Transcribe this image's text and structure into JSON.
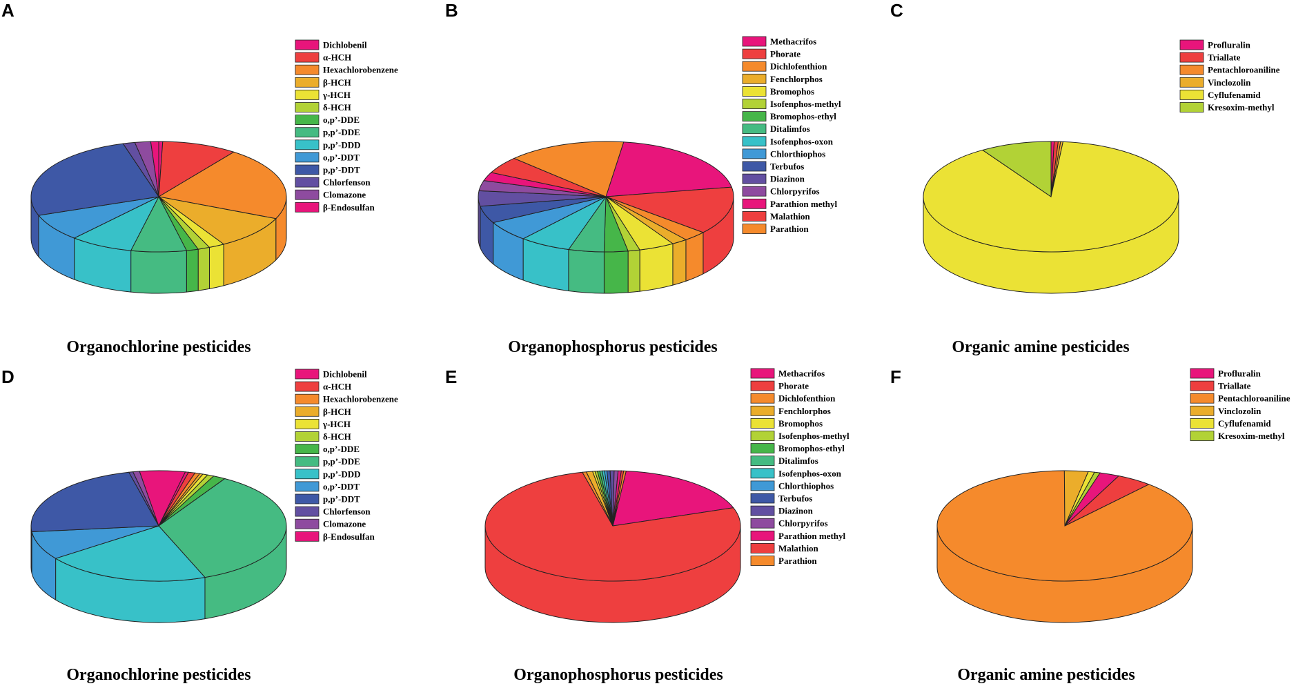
{
  "chart_data": [
    {
      "panel": "A",
      "type": "pie",
      "title": "Organochlorine pesticides",
      "categories": [
        "Dichlobenil",
        "α-HCH",
        "Hexachlorobenzene",
        "β-HCH",
        "γ-HCH",
        "δ-HCH",
        "o,p’-DDE",
        "p,p’-DDE",
        "p,p’-DDD",
        "o,p’-DDT",
        "p,p’-DDT",
        "Chlorfenson",
        "Clomazone",
        "β-Endosulfan"
      ],
      "values": [
        0.5,
        9.5,
        21.5,
        10,
        2,
        1.5,
        1.5,
        7,
        8,
        8,
        26,
        1.5,
        2,
        1
      ],
      "colors": [
        "#E8157B",
        "#EE3F3F",
        "#F58A2C",
        "#EBAD2B",
        "#EBE235",
        "#B2D236",
        "#46B649",
        "#45BB82",
        "#38C1C8",
        "#4099D6",
        "#3E58A6",
        "#624FA1",
        "#8E4B9F",
        "#E8157B"
      ]
    },
    {
      "panel": "B",
      "type": "pie",
      "title": "Organophosphorus pesticides",
      "categories": [
        "Methacrifos",
        "Phorate",
        "Dichlofenthion",
        "Fenchlorphos",
        "Bromophos",
        "Isofenphos-methyl",
        "Bromophos-ethyl",
        "Ditalimfos",
        "Isofenphos-oxon",
        "Chlorthiophos",
        "Terbufos",
        "Diazinon",
        "Chlorpyrifos",
        "Parathion methyl",
        "Malathion",
        "Parathion"
      ],
      "values": [
        20,
        14,
        3,
        2,
        4.5,
        1.5,
        3,
        4.5,
        6.5,
        6,
        5,
        4.5,
        3,
        2.5,
        5,
        15
      ],
      "colors": [
        "#E8157B",
        "#EE3F3F",
        "#F58A2C",
        "#EBAD2B",
        "#EBE235",
        "#B2D236",
        "#46B649",
        "#45BB82",
        "#38C1C8",
        "#4099D6",
        "#3E58A6",
        "#624FA1",
        "#8E4B9F",
        "#E8157B",
        "#EE3F3F",
        "#F58A2C"
      ]
    },
    {
      "panel": "C",
      "type": "pie",
      "title": "Organic amine pesticides",
      "categories": [
        "Profluralin",
        "Triallate",
        "Pentachloroaniline",
        "Vinclozolin",
        "Cyflufenamid",
        "Kresoxim-methyl"
      ],
      "values": [
        0.4,
        0.5,
        0.3,
        0.3,
        89.5,
        9
      ],
      "colors": [
        "#E8157B",
        "#EE3F3F",
        "#F58A2C",
        "#EBAD2B",
        "#EBE235",
        "#B2D236"
      ]
    },
    {
      "panel": "D",
      "type": "pie",
      "title": "Organochlorine pesticides",
      "categories": [
        "Dichlobenil",
        "α-HCH",
        "Hexachlorobenzene",
        "β-HCH",
        "γ-HCH",
        "δ-HCH",
        "o,p’-DDE",
        "p,p’-DDE",
        "p,p’-DDD",
        "o,p’-DDT",
        "p,p’-DDT",
        "Chlorfenson",
        "Clomazone",
        "β-Endosulfan"
      ],
      "values": [
        0.4,
        0.8,
        0.6,
        0.4,
        0.6,
        0.8,
        1.5,
        34,
        20,
        8,
        22,
        0.5,
        0.8,
        5.5
      ],
      "colors": [
        "#E8157B",
        "#EE3F3F",
        "#F58A2C",
        "#EBAD2B",
        "#EBE235",
        "#B2D236",
        "#46B649",
        "#45BB82",
        "#38C1C8",
        "#4099D6",
        "#3E58A6",
        "#624FA1",
        "#8E4B9F",
        "#E8157B"
      ]
    },
    {
      "panel": "E",
      "type": "pie",
      "title": "Organophosphorus pesticides",
      "categories": [
        "Methacrifos",
        "Phorate",
        "Dichlofenthion",
        "Fenchlorphos",
        "Bromophos",
        "Isofenphos-methyl",
        "Bromophos-ethyl",
        "Ditalimfos",
        "Isofenphos-oxon",
        "Chlorthiophos",
        "Terbufos",
        "Diazinon",
        "Chlorpyrifos",
        "Parathion methyl",
        "Malathion",
        "Parathion"
      ],
      "values": [
        18,
        76.5,
        0.5,
        0.8,
        0.3,
        0.3,
        0.3,
        0.3,
        0.3,
        0.3,
        0.4,
        0.5,
        0.5,
        0.4,
        0.3,
        0.3
      ],
      "colors": [
        "#E8157B",
        "#EE3F3F",
        "#F58A2C",
        "#EBAD2B",
        "#EBE235",
        "#B2D236",
        "#46B649",
        "#45BB82",
        "#38C1C8",
        "#4099D6",
        "#3E58A6",
        "#624FA1",
        "#8E4B9F",
        "#E8157B",
        "#EE3F3F",
        "#F58A2C"
      ]
    },
    {
      "panel": "F",
      "type": "pie",
      "title": "Organic amine pesticides",
      "categories": [
        "Profluralin",
        "Triallate",
        "Pentachloroaniline",
        "Vinclozolin",
        "Cyflufenamid",
        "Kresoxim-methyl"
      ],
      "values": [
        2.5,
        4.5,
        88.5,
        3,
        0.8,
        0.7
      ],
      "colors": [
        "#E8157B",
        "#EE3F3F",
        "#F58A2C",
        "#EBAD2B",
        "#EBE235",
        "#B2D236"
      ]
    }
  ]
}
